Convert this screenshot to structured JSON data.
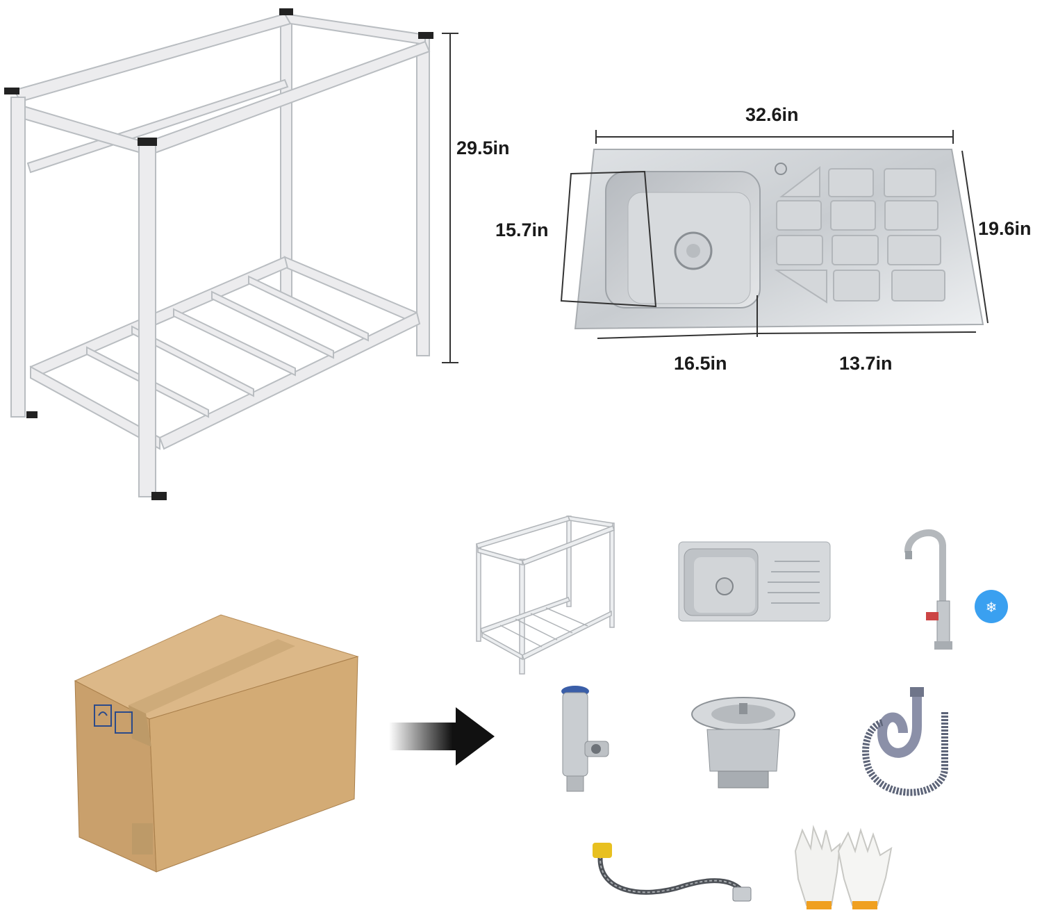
{
  "dimensions": {
    "frame_height": "29.5in",
    "sink_total_width": "32.6in",
    "sink_total_depth": "19.6in",
    "bowl_depth": "15.7in",
    "bowl_width": "16.5in",
    "drainboard_width": "13.7in"
  },
  "colors": {
    "steel": "#e4e6e8",
    "steel_shadow": "#b9bdc1",
    "cardboard": "#cda572",
    "arrow": "#111111",
    "faucet_cold_badge": "#3aa0f0"
  }
}
